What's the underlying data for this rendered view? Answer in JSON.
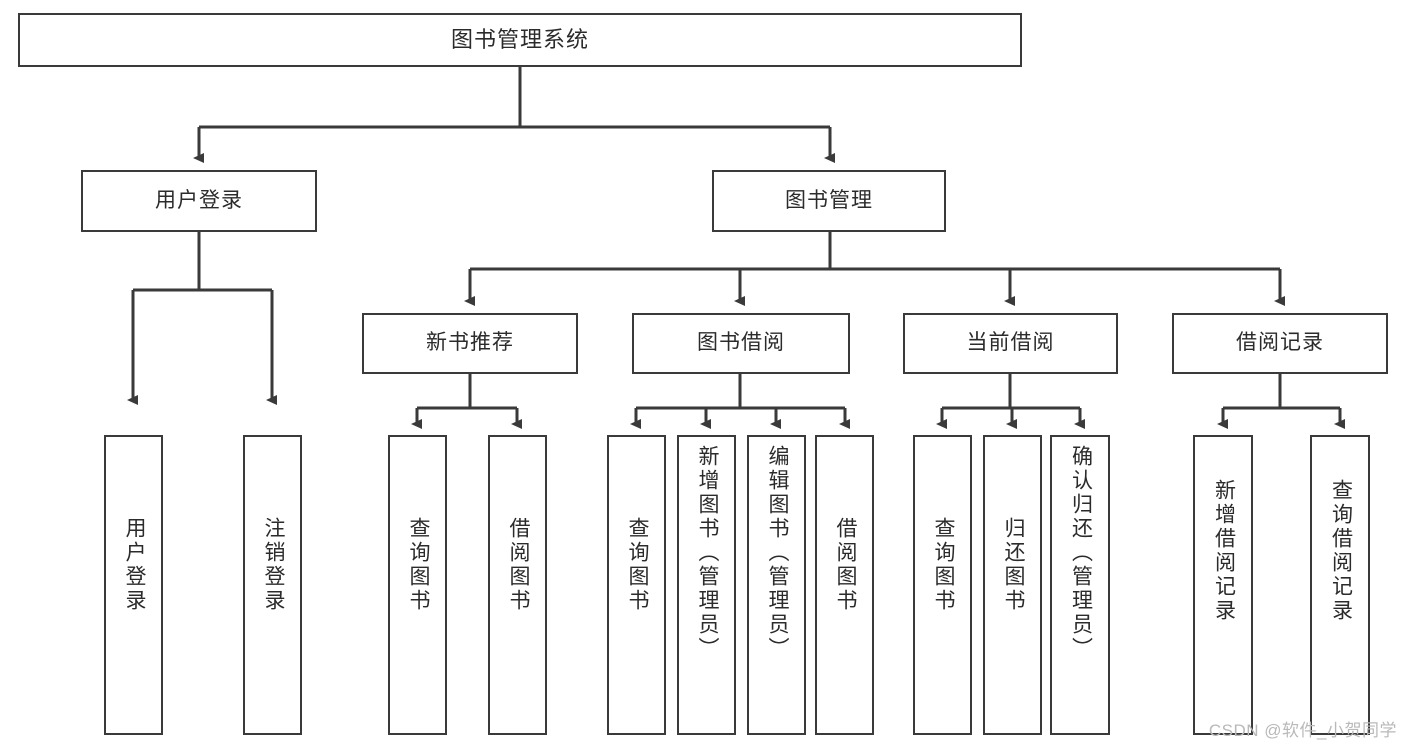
{
  "diagram": {
    "type": "tree-hierarchy",
    "title": "图书管理系统",
    "watermark": "CSDN @软件_小贺同学",
    "colors": {
      "stroke": "#3a3a3a",
      "fill": "#ffffff",
      "text": "#2b2b2b",
      "watermark": "#b9b9b9"
    },
    "nodes": {
      "root": {
        "label": "图书管理系统"
      },
      "level2": [
        {
          "id": "user-login",
          "label": "用户登录"
        },
        {
          "id": "book-manage",
          "label": "图书管理"
        }
      ],
      "level3": [
        {
          "id": "new-book-recommend",
          "label": "新书推荐"
        },
        {
          "id": "book-borrow",
          "label": "图书借阅"
        },
        {
          "id": "current-borrow",
          "label": "当前借阅"
        },
        {
          "id": "borrow-record",
          "label": "借阅记录"
        }
      ],
      "leaves": [
        {
          "id": "leaf-user-login",
          "label": "用户登录"
        },
        {
          "id": "leaf-logout-login",
          "label": "注销登录"
        },
        {
          "id": "leaf-query-book-1",
          "label": "查询图书"
        },
        {
          "id": "leaf-borrow-book-1",
          "label": "借阅图书"
        },
        {
          "id": "leaf-query-book-2",
          "label": "查询图书"
        },
        {
          "id": "leaf-add-book-admin",
          "label": "新增图书（管理员）"
        },
        {
          "id": "leaf-edit-book-admin",
          "label": "编辑图书（管理员）"
        },
        {
          "id": "leaf-borrow-book-2",
          "label": "借阅图书"
        },
        {
          "id": "leaf-query-book-3",
          "label": "查询图书"
        },
        {
          "id": "leaf-return-book",
          "label": "归还图书"
        },
        {
          "id": "leaf-confirm-return-admin",
          "label": "确认归还（管理员）"
        },
        {
          "id": "leaf-add-borrow-record",
          "label": "新增借阅记录"
        },
        {
          "id": "leaf-query-borrow-record",
          "label": "查询借阅记录"
        }
      ]
    },
    "edges": [
      {
        "from": "图书管理系统",
        "to": "用户登录"
      },
      {
        "from": "图书管理系统",
        "to": "图书管理"
      },
      {
        "from": "用户登录",
        "to": "用户登录"
      },
      {
        "from": "用户登录",
        "to": "注销登录"
      },
      {
        "from": "图书管理",
        "to": "新书推荐"
      },
      {
        "from": "图书管理",
        "to": "图书借阅"
      },
      {
        "from": "图书管理",
        "to": "当前借阅"
      },
      {
        "from": "图书管理",
        "to": "借阅记录"
      },
      {
        "from": "新书推荐",
        "to": "查询图书"
      },
      {
        "from": "新书推荐",
        "to": "借阅图书"
      },
      {
        "from": "图书借阅",
        "to": "查询图书"
      },
      {
        "from": "图书借阅",
        "to": "新增图书（管理员）"
      },
      {
        "from": "图书借阅",
        "to": "编辑图书（管理员）"
      },
      {
        "from": "图书借阅",
        "to": "借阅图书"
      },
      {
        "from": "当前借阅",
        "to": "查询图书"
      },
      {
        "from": "当前借阅",
        "to": "归还图书"
      },
      {
        "from": "当前借阅",
        "to": "确认归还（管理员）"
      },
      {
        "from": "借阅记录",
        "to": "新增借阅记录"
      },
      {
        "from": "借阅记录",
        "to": "查询借阅记录"
      }
    ]
  }
}
